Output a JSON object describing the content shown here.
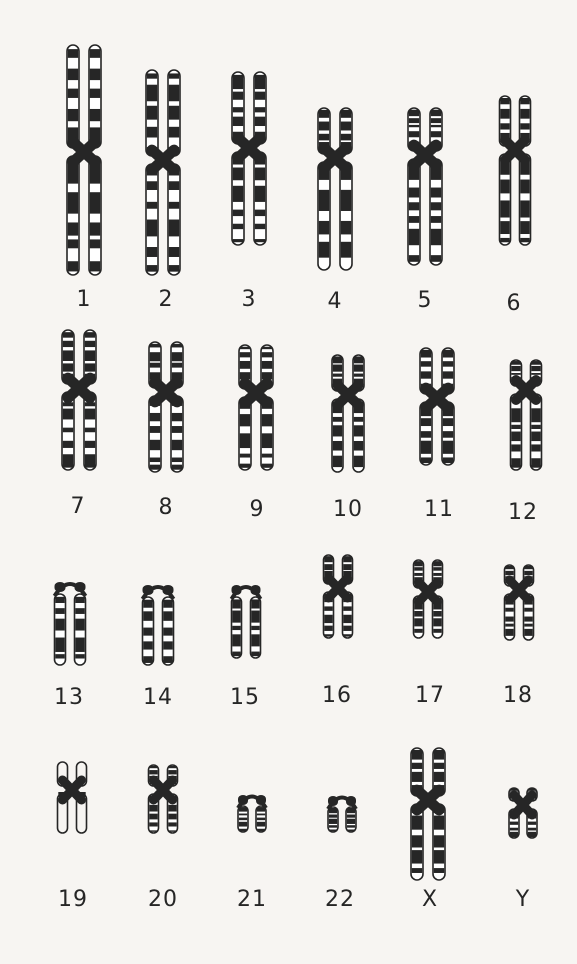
{
  "karyotype": {
    "ink_color": "#262626",
    "background_color": "#f7f5f2",
    "chromosomes": [
      {
        "label": "1"
      },
      {
        "label": "2"
      },
      {
        "label": "3"
      },
      {
        "label": "4"
      },
      {
        "label": "5"
      },
      {
        "label": "6"
      },
      {
        "label": "7"
      },
      {
        "label": "8"
      },
      {
        "label": "9"
      },
      {
        "label": "10"
      },
      {
        "label": "11"
      },
      {
        "label": "12"
      },
      {
        "label": "13"
      },
      {
        "label": "14"
      },
      {
        "label": "15"
      },
      {
        "label": "16"
      },
      {
        "label": "17"
      },
      {
        "label": "18"
      },
      {
        "label": "19"
      },
      {
        "label": "20"
      },
      {
        "label": "21"
      },
      {
        "label": "22"
      },
      {
        "label": "X"
      },
      {
        "label": "Y"
      }
    ]
  }
}
